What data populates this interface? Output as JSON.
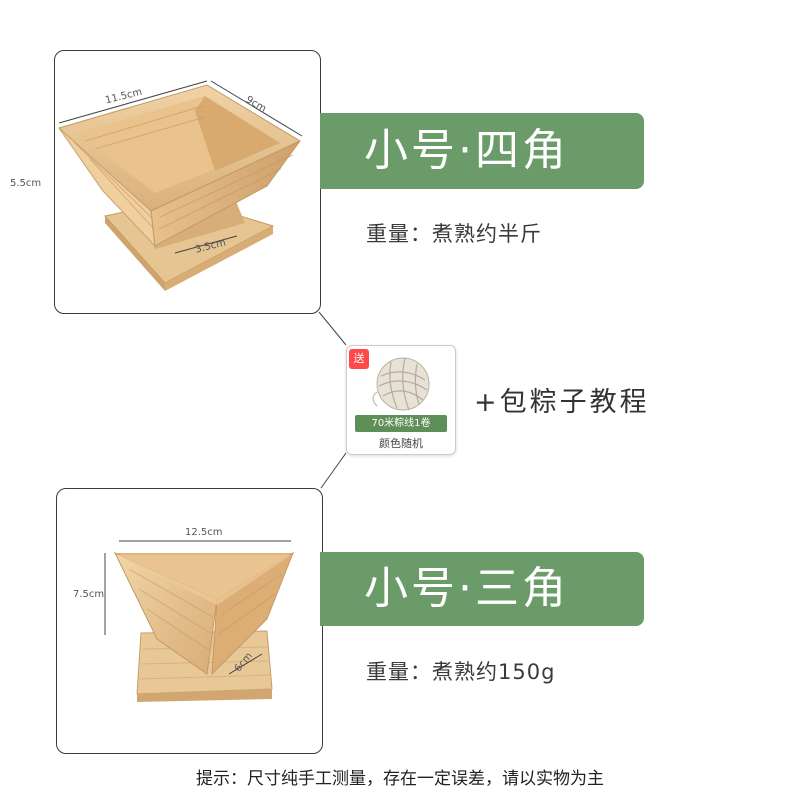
{
  "products": [
    {
      "name": "小号·四角",
      "weight": "重量：煮熟约半斤",
      "dims": {
        "top_length": "11.5cm",
        "top_width": "9cm",
        "height": "5.5cm",
        "base": "3.5cm"
      }
    },
    {
      "name": "小号·三角",
      "weight": "重量：煮熟约150g",
      "dims": {
        "top_length": "12.5cm",
        "height": "7.5cm",
        "base": "6cm"
      }
    }
  ],
  "gift": {
    "badge": "送",
    "item_label": "70米粽线1卷",
    "color_note": "颜色随机",
    "icon": "twine-ball-icon"
  },
  "extra": "+包粽子教程",
  "footer_note": "提示：尺寸纯手工测量，存在一定误差，请以实物为主",
  "colors": {
    "banner": "#6b9b69",
    "gift_label": "#5f8f58",
    "badge": "#ff4a4a",
    "wood": "#e8c796"
  }
}
